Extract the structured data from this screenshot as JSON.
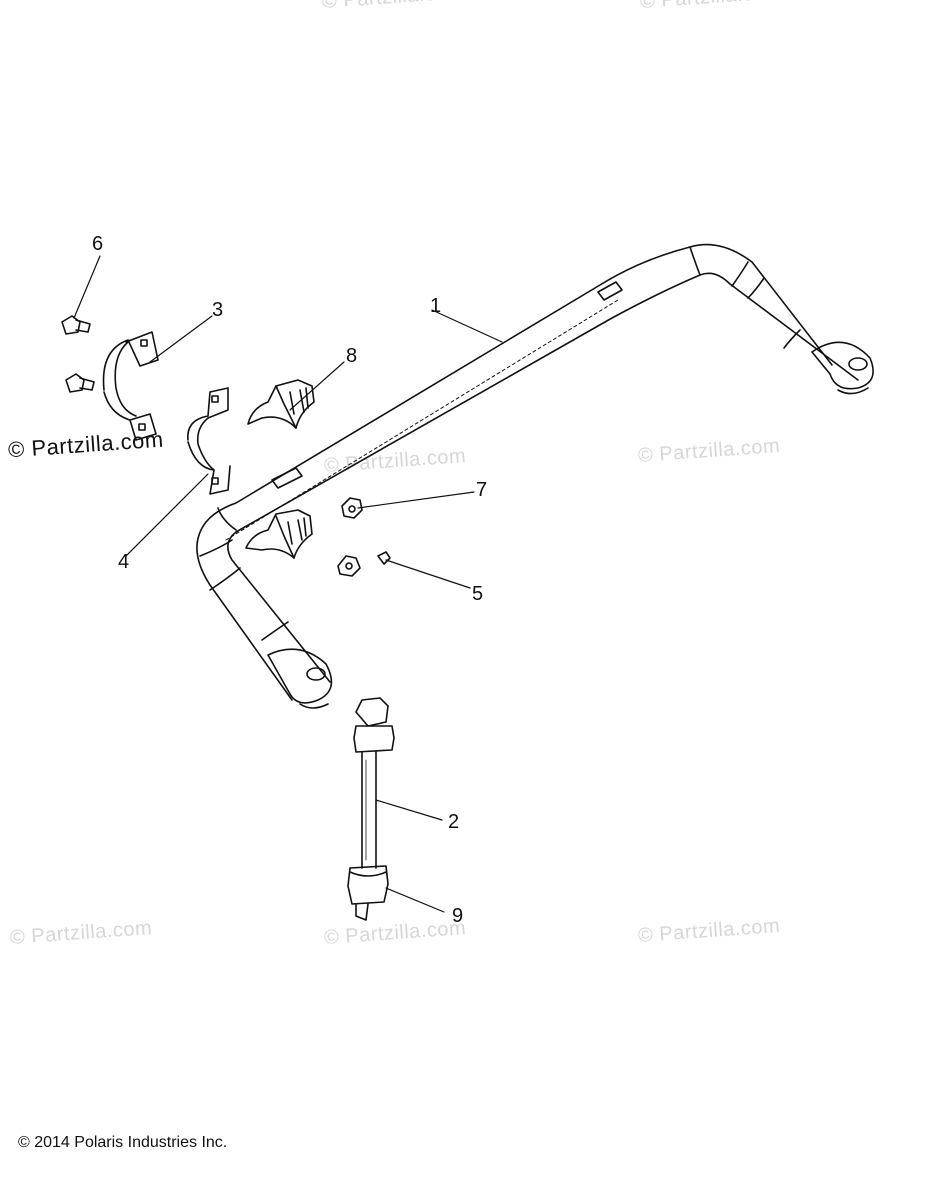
{
  "watermark": {
    "text": "© Partzilla.com",
    "color": "#d6d6d6"
  },
  "callouts": [
    "1",
    "2",
    "3",
    "4",
    "5",
    "6",
    "7",
    "8",
    "9"
  ],
  "footer": {
    "copyright": "© 2014 Polaris Industries Inc."
  },
  "icons": {
    "bar": "stabilizer-bar",
    "link": "sway-bar-link",
    "bracket": "bushing-bracket",
    "bushing": "bar-bushing",
    "bolt": "flange-bolt",
    "nut": "flange-nut"
  }
}
